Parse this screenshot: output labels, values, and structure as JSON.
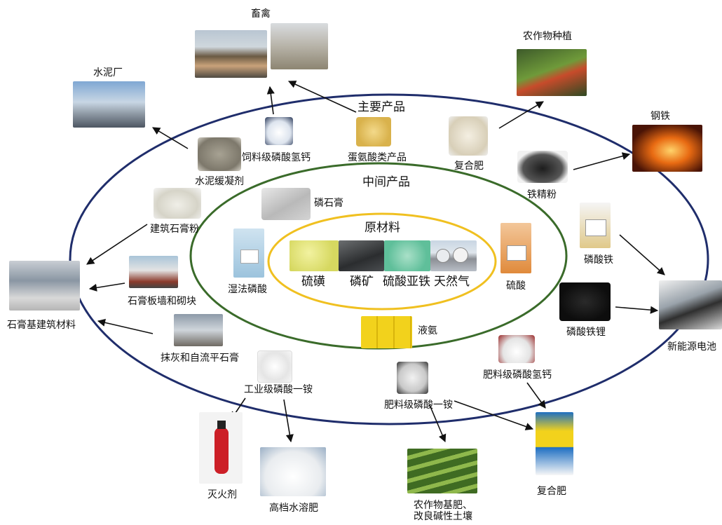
{
  "ellipses": {
    "outer_label": "主要产品",
    "middle_label": "中间产品",
    "inner_label": "原材料"
  },
  "raw_materials": [
    "硫磺",
    "磷矿",
    "硫酸亚铁",
    "天然气"
  ],
  "intermediate_products": [
    "磷石膏",
    "湿法磷酸",
    "硫酸",
    "液氨"
  ],
  "main_products": [
    "饲料级磷酸氢钙",
    "蛋氨酸类产品",
    "复合肥",
    "铁精粉",
    "磷酸铁",
    "磷酸铁锂",
    "肥料级磷酸氢钙",
    "肥料级磷酸一铵",
    "工业级磷酸一铵",
    "抹灰和自流平石膏",
    "石膏板墙和砌块",
    "建筑石膏粉",
    "水泥缓凝剂"
  ],
  "applications": [
    "畜禽",
    "水泥厂",
    "农作物种植",
    "钢铁",
    "新能源电池",
    "石膏基建筑材料",
    "灭火剂",
    "高档水溶肥",
    "农作物基肥、",
    "改良碱性土壤",
    "复合肥"
  ],
  "icons": [
    "livestock-photo-icon",
    "cement-plant-photo-icon",
    "crop-planting-photo-icon",
    "steel-furnace-photo-icon",
    "battery-pack-photo-icon",
    "warehouse-photo-icon",
    "fire-extinguisher-photo-icon",
    "fertilizer-bag-photo-icon",
    "tea-terrace-photo-icon",
    "gas-tank-photo-icon",
    "acid-bottle-photo-icon",
    "ammonia-tank-photo-icon",
    "powder-photo-icon",
    "granule-photo-icon"
  ],
  "colors": {
    "outer_ellipse": "#1f2d6b",
    "middle_ellipse": "#3a6b2a",
    "inner_ellipse": "#f0c020",
    "arrow": "#111111"
  }
}
